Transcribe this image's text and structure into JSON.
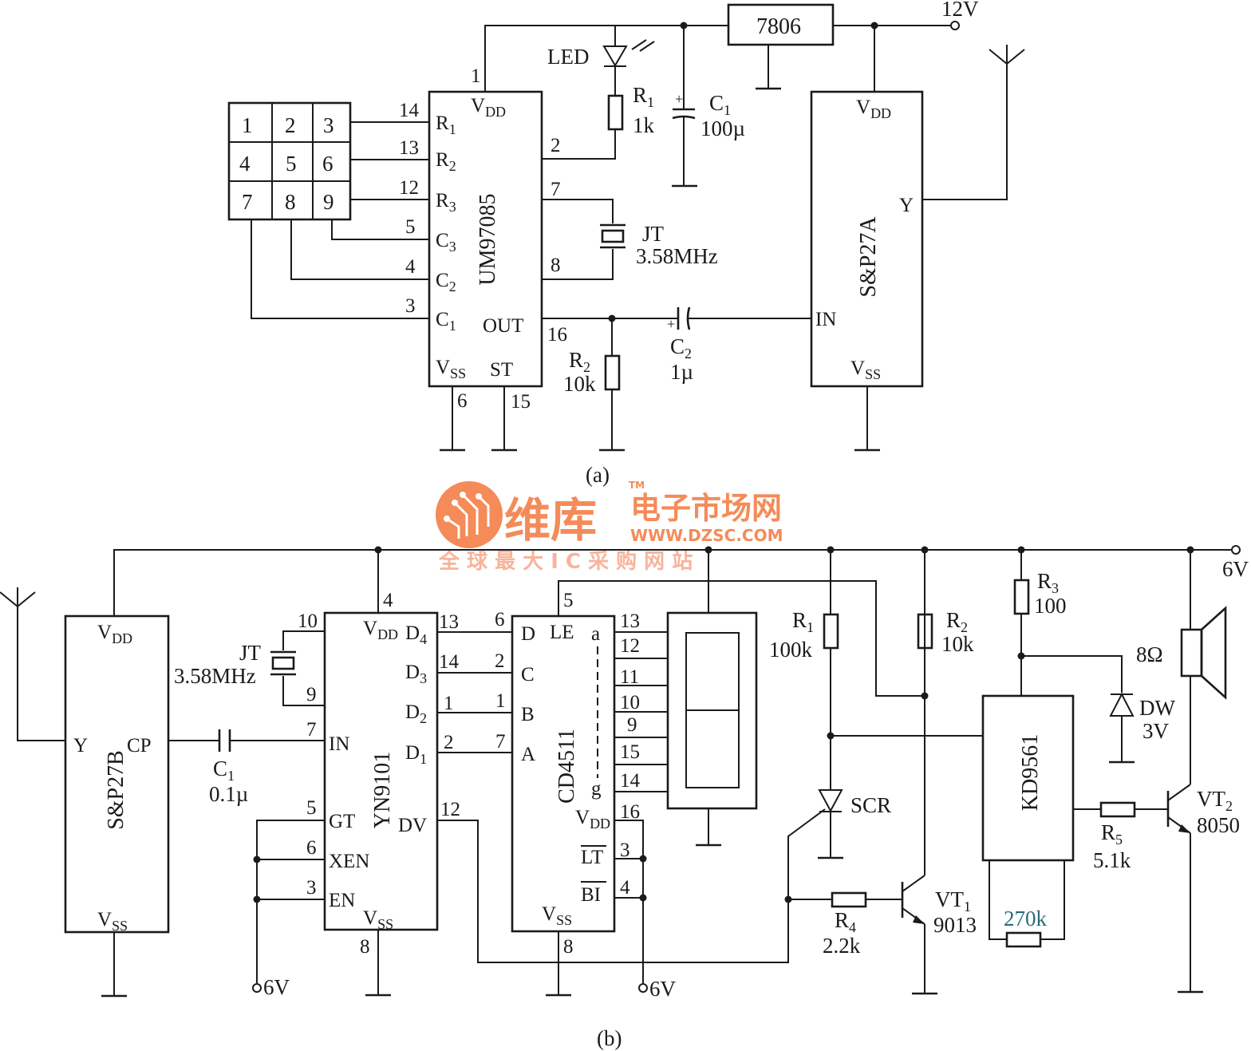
{
  "colors": {
    "line": "#1a1a1a",
    "watermark": "#f26b2a",
    "blue_part": "#2a6a78"
  },
  "captions": {
    "a": "(a)",
    "b": "(b)"
  },
  "watermark": {
    "brand": "维库",
    "brand2": "电子市场网",
    "url": "WWW.DZSC.COM",
    "slogan": "全 球 最 大 I C 采 购 网 站",
    "tm": "TM",
    "icon": "chip-logo-icon"
  },
  "circuit_a": {
    "keypad": [
      "1",
      "2",
      "3",
      "4",
      "5",
      "6",
      "7",
      "8",
      "9"
    ],
    "um": {
      "name": "UM97085",
      "vdd": "V",
      "vdd_sub": "DD",
      "vss": "V",
      "vss_sub": "SS",
      "st": "ST",
      "out": "OUT",
      "r1": "R",
      "r1s": "1",
      "r2": "R",
      "r2s": "2",
      "r3": "R",
      "r3s": "3",
      "c3": "C",
      "c3s": "3",
      "c2": "C",
      "c2s": "2",
      "c1": "C",
      "c1s": "1",
      "pins": {
        "p1": "1",
        "p14": "14",
        "p13": "13",
        "p12": "12",
        "p5": "5",
        "p4": "4",
        "p3": "3",
        "p2": "2",
        "p7": "7",
        "p8": "8",
        "p16": "16",
        "p6": "6",
        "p15": "15"
      }
    },
    "reg": "7806",
    "supply": "12V",
    "led": "LED",
    "r1": {
      "n": "R",
      "s": "1",
      "v": "1k"
    },
    "c1": {
      "n": "C",
      "s": "1",
      "v": "100µ",
      "plus": "+"
    },
    "jt": {
      "n": "JT",
      "v": "3.58MHz"
    },
    "r2": {
      "n": "R",
      "s": "2",
      "v": "10k"
    },
    "c2": {
      "n": "C",
      "s": "2",
      "v": "1µ",
      "plus": "+"
    },
    "sp": {
      "name": "S&P27A",
      "vdd": "V",
      "vdd_sub": "DD",
      "vss": "V",
      "vss_sub": "SS",
      "y": "Y",
      "in": "IN"
    }
  },
  "circuit_b": {
    "supply": "6V",
    "supply_gt": "6V",
    "supply_bi": "6V",
    "sp": {
      "name": "S&P27B",
      "vdd": "V",
      "vdd_sub": "DD",
      "vss": "V",
      "vss_sub": "SS",
      "y": "Y",
      "cp": "CP"
    },
    "c1": {
      "n": "C",
      "s": "1",
      "v": "0.1µ"
    },
    "jt": {
      "n": "JT",
      "v": "3.58MHz"
    },
    "yn": {
      "name": "YN9101",
      "vdd": "V",
      "vdd_sub": "DD",
      "vss": "V",
      "vss_sub": "SS",
      "in": "IN",
      "gt": "GT",
      "xen": "XEN",
      "en": "EN",
      "dv": "DV",
      "d4": "D",
      "d4s": "4",
      "d3": "D",
      "d3s": "3",
      "d2": "D",
      "d2s": "2",
      "d1": "D",
      "d1s": "1",
      "pins": {
        "p10": "10",
        "p9": "9",
        "p7": "7",
        "p5": "5",
        "p6": "6",
        "p3": "3",
        "p4": "4",
        "p8": "8",
        "p13": "13",
        "p14": "14",
        "p1": "1",
        "p2": "2",
        "p12": "12"
      }
    },
    "cd": {
      "name": "CD4511",
      "d": "D",
      "c": "C",
      "b": "B",
      "a": "A",
      "le": "LE",
      "sa": "a",
      "sg": "g",
      "vdd": "V",
      "vdd_sub": "DD",
      "vss": "V",
      "vss_sub": "SS",
      "lt": "LT",
      "bi": "BI",
      "pins": {
        "p5": "5",
        "p6": "6",
        "p2": "2",
        "p1": "1",
        "p7": "7",
        "p8": "8",
        "o13": "13",
        "o12": "12",
        "o11": "11",
        "o10": "10",
        "o9": "9",
        "o15": "15",
        "o14": "14",
        "p16": "16",
        "p3": "3",
        "p4": "4"
      }
    },
    "r1": {
      "n": "R",
      "s": "1",
      "v": "100k"
    },
    "r2": {
      "n": "R",
      "s": "2",
      "v": "10k"
    },
    "r3": {
      "n": "R",
      "s": "3",
      "v": "100"
    },
    "r4": {
      "n": "R",
      "s": "4",
      "v": "2.2k"
    },
    "r5": {
      "n": "R",
      "s": "5",
      "v": "5.1k"
    },
    "r270": "270k",
    "scr": "SCR",
    "kd": "KD9561",
    "dw": {
      "n": "DW",
      "v": "3V"
    },
    "spk": "8Ω",
    "vt1": {
      "n": "VT",
      "s": "1",
      "v": "9013"
    },
    "vt2": {
      "n": "VT",
      "s": "2",
      "v": "8050"
    }
  }
}
